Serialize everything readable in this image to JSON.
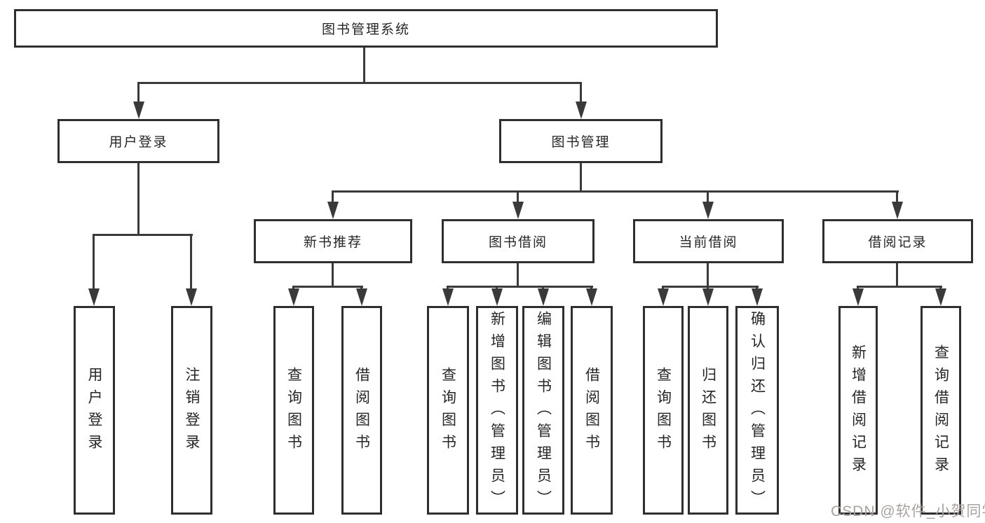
{
  "colors": {
    "background": "#ffffff",
    "line": "#3a3a3a",
    "box_border": "#2f2f2f",
    "text": "#262626",
    "watermark": "#aba1a1"
  },
  "tree": {
    "label": "图书管理系统",
    "children": [
      {
        "label": "用户登录",
        "children": [
          {
            "label": "用户登录"
          },
          {
            "label": "注销登录"
          }
        ]
      },
      {
        "label": "图书管理",
        "children": [
          {
            "label": "新书推荐",
            "children": [
              {
                "label": "查询图书"
              },
              {
                "label": "借阅图书"
              }
            ]
          },
          {
            "label": "图书借阅",
            "children": [
              {
                "label": "查询图书"
              },
              {
                "label": "新增图书（管理员）"
              },
              {
                "label": "编辑图书（管理员）"
              },
              {
                "label": "借阅图书"
              }
            ]
          },
          {
            "label": "当前借阅",
            "children": [
              {
                "label": "查询图书"
              },
              {
                "label": "归还图书"
              },
              {
                "label": "确认归还（管理员）"
              }
            ]
          },
          {
            "label": "借阅记录",
            "children": [
              {
                "label": "新增借阅记录"
              },
              {
                "label": "查询借阅记录"
              }
            ]
          }
        ]
      }
    ]
  },
  "watermark": {
    "text": "CSDN @软件_小贺同学"
  }
}
